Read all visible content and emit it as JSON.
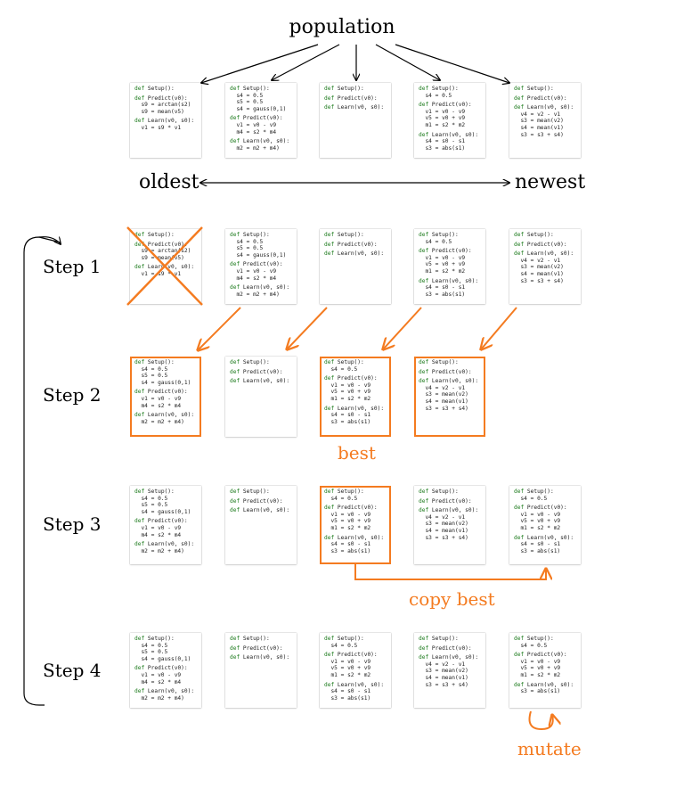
{
  "title": "population",
  "axis": {
    "left": "oldest",
    "right": "newest"
  },
  "steps": [
    "Step 1",
    "Step 2",
    "Step 3",
    "Step 4"
  ],
  "annotations": {
    "best": "best",
    "copy_best": "copy best",
    "mutate": "mutate"
  },
  "colors": {
    "accent": "#f47b20",
    "keyword": "#1b7a1b",
    "text": "#222222"
  },
  "programs": {
    "A": [
      "def Setup():",
      "def Predict(v0):",
      "  s9 = arctan(s2)",
      "  s9 = mean(v5)",
      "def Learn(v0, s0):",
      "  v1 = s9 * v1"
    ],
    "B": [
      "def Setup():",
      "  s4 = 0.5",
      "  s5 = 0.5",
      "  s4 = gauss(0,1)",
      "def Predict(v0):",
      "  v1 = v0 - v9",
      "  m4 = s2 * m4",
      "def Learn(v0, s0):",
      "  m2 = m2 + m4)"
    ],
    "C": [
      "def Setup():",
      "def Predict(v0):",
      "def Learn(v0, s0):"
    ],
    "D": [
      "def Setup():",
      "  s4 = 0.5",
      "def Predict(v0):",
      "  v1 = v0 - v9",
      "  v5 = v0 + v9",
      "  m1 = s2 * m2",
      "def Learn(v0, s0):",
      "  s4 = s0 - s1",
      "  s3 = abs(s1)"
    ],
    "E": [
      "def Setup():",
      "def Predict(v0):",
      "def Learn(v0, s0):",
      "  v4 = v2 - v1",
      "  s3 = mean(v2)",
      "  s4 = mean(v1)",
      "  s3 = s3 + s4)"
    ],
    "D_mut": [
      "def Setup():",
      "  s4 = 0.5",
      "def Predict(v0):",
      "  v1 = v0 - v9",
      "  v5 = v0 + v9",
      "  m1 = s2 * m2",
      "def Learn(v0, s0):",
      "  s3 = abs(s1)"
    ]
  },
  "rows": [
    {
      "name": "population",
      "cards": [
        "A",
        "B",
        "C",
        "D",
        "E"
      ]
    },
    {
      "name": "step-1",
      "cards": [
        "A",
        "B",
        "C",
        "D",
        "E"
      ]
    },
    {
      "name": "step-2",
      "cards": [
        "B",
        "C",
        "D",
        "E"
      ]
    },
    {
      "name": "step-3",
      "cards": [
        "B",
        "C",
        "D",
        "E",
        "D"
      ]
    },
    {
      "name": "step-4",
      "cards": [
        "B",
        "C",
        "D",
        "E",
        "D_mut"
      ]
    }
  ]
}
